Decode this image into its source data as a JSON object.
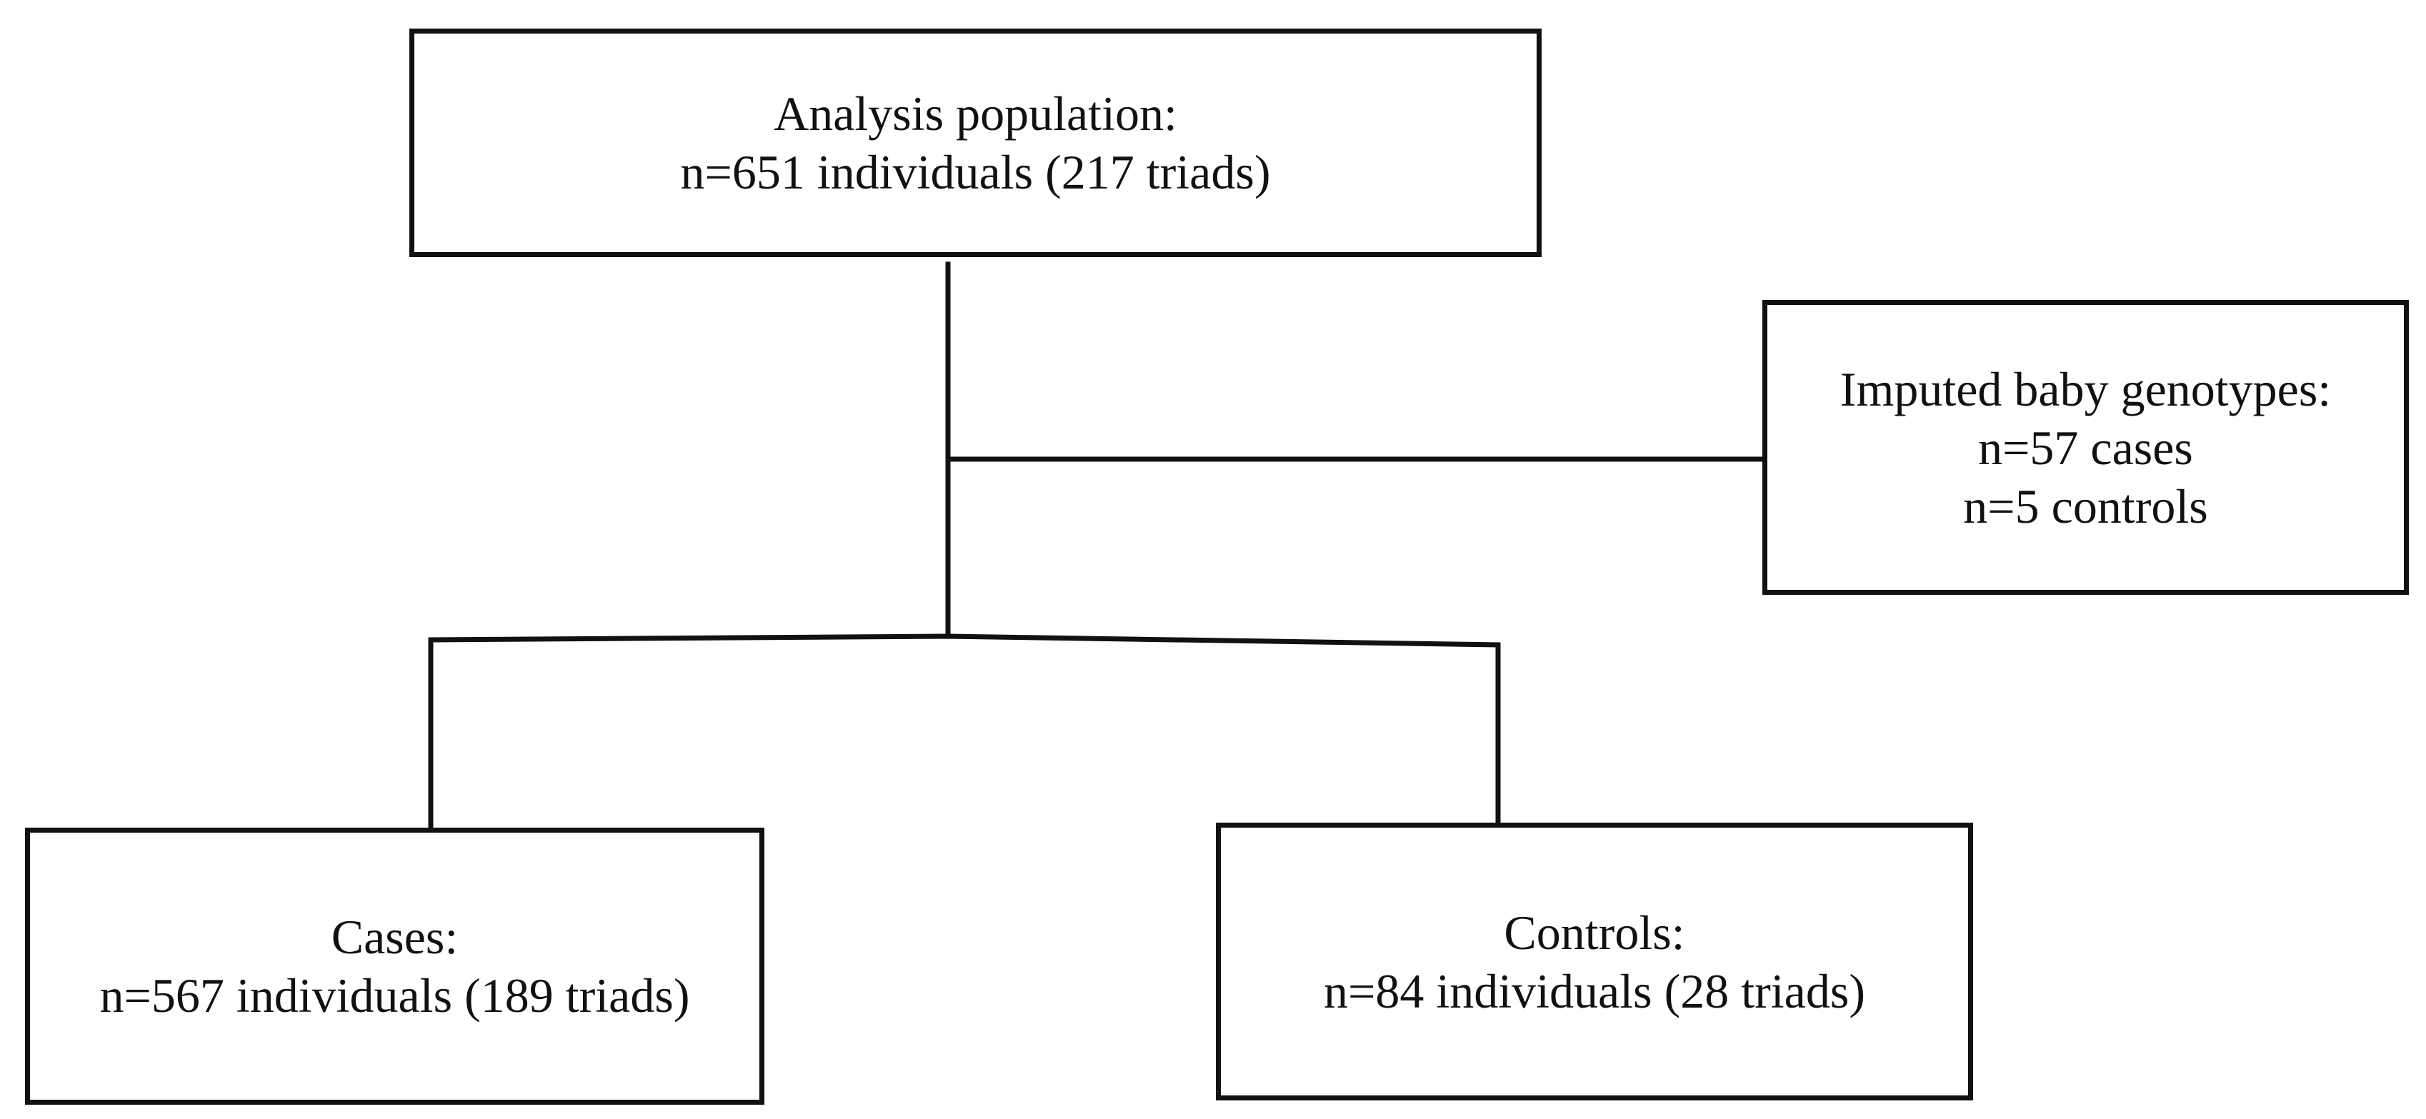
{
  "diagram": {
    "analysis_population": {
      "title": "Analysis population:",
      "detail": "n=651 individuals (217 triads)"
    },
    "imputed_baby_genotypes": {
      "title": "Imputed baby genotypes:",
      "cases": "n=57 cases",
      "controls": "n=5 controls"
    },
    "cases": {
      "title": "Cases:",
      "detail": "n=567 individuals (189 triads)"
    },
    "controls": {
      "title": "Controls:",
      "detail": "n=84 individuals (28 triads)"
    }
  }
}
